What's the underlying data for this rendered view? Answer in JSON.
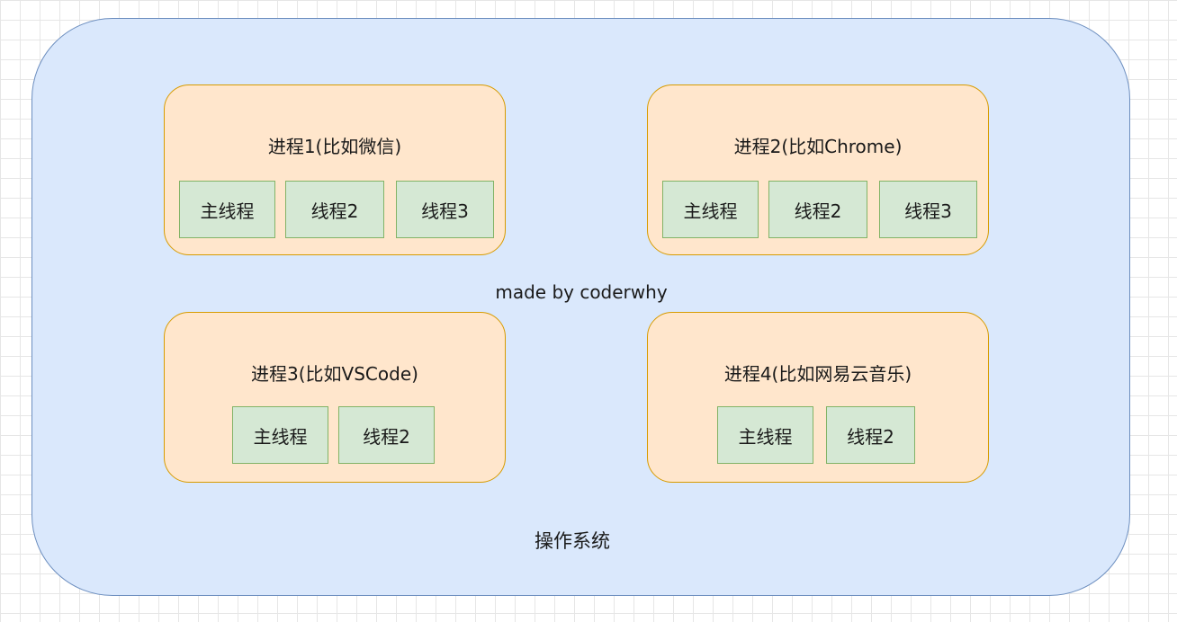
{
  "diagram": {
    "watermark": "made by coderwhy",
    "os_label": "操作系统",
    "processes": [
      {
        "title": "进程1(比如微信)",
        "threads": [
          "主线程",
          "线程2",
          "线程3"
        ]
      },
      {
        "title": "进程2(比如Chrome)",
        "threads": [
          "主线程",
          "线程2",
          "线程3"
        ]
      },
      {
        "title": "进程3(比如VSCode)",
        "threads": [
          "主线程",
          "线程2"
        ]
      },
      {
        "title": "进程4(比如网易云音乐)",
        "threads": [
          "主线程",
          "线程2"
        ]
      }
    ]
  },
  "colors": {
    "os_fill": "#dae8fc",
    "os_stroke": "#6c8ebf",
    "process_fill": "#ffe6cc",
    "process_stroke": "#d79b00",
    "thread_fill": "#d5e8d4",
    "thread_stroke": "#82b366"
  }
}
